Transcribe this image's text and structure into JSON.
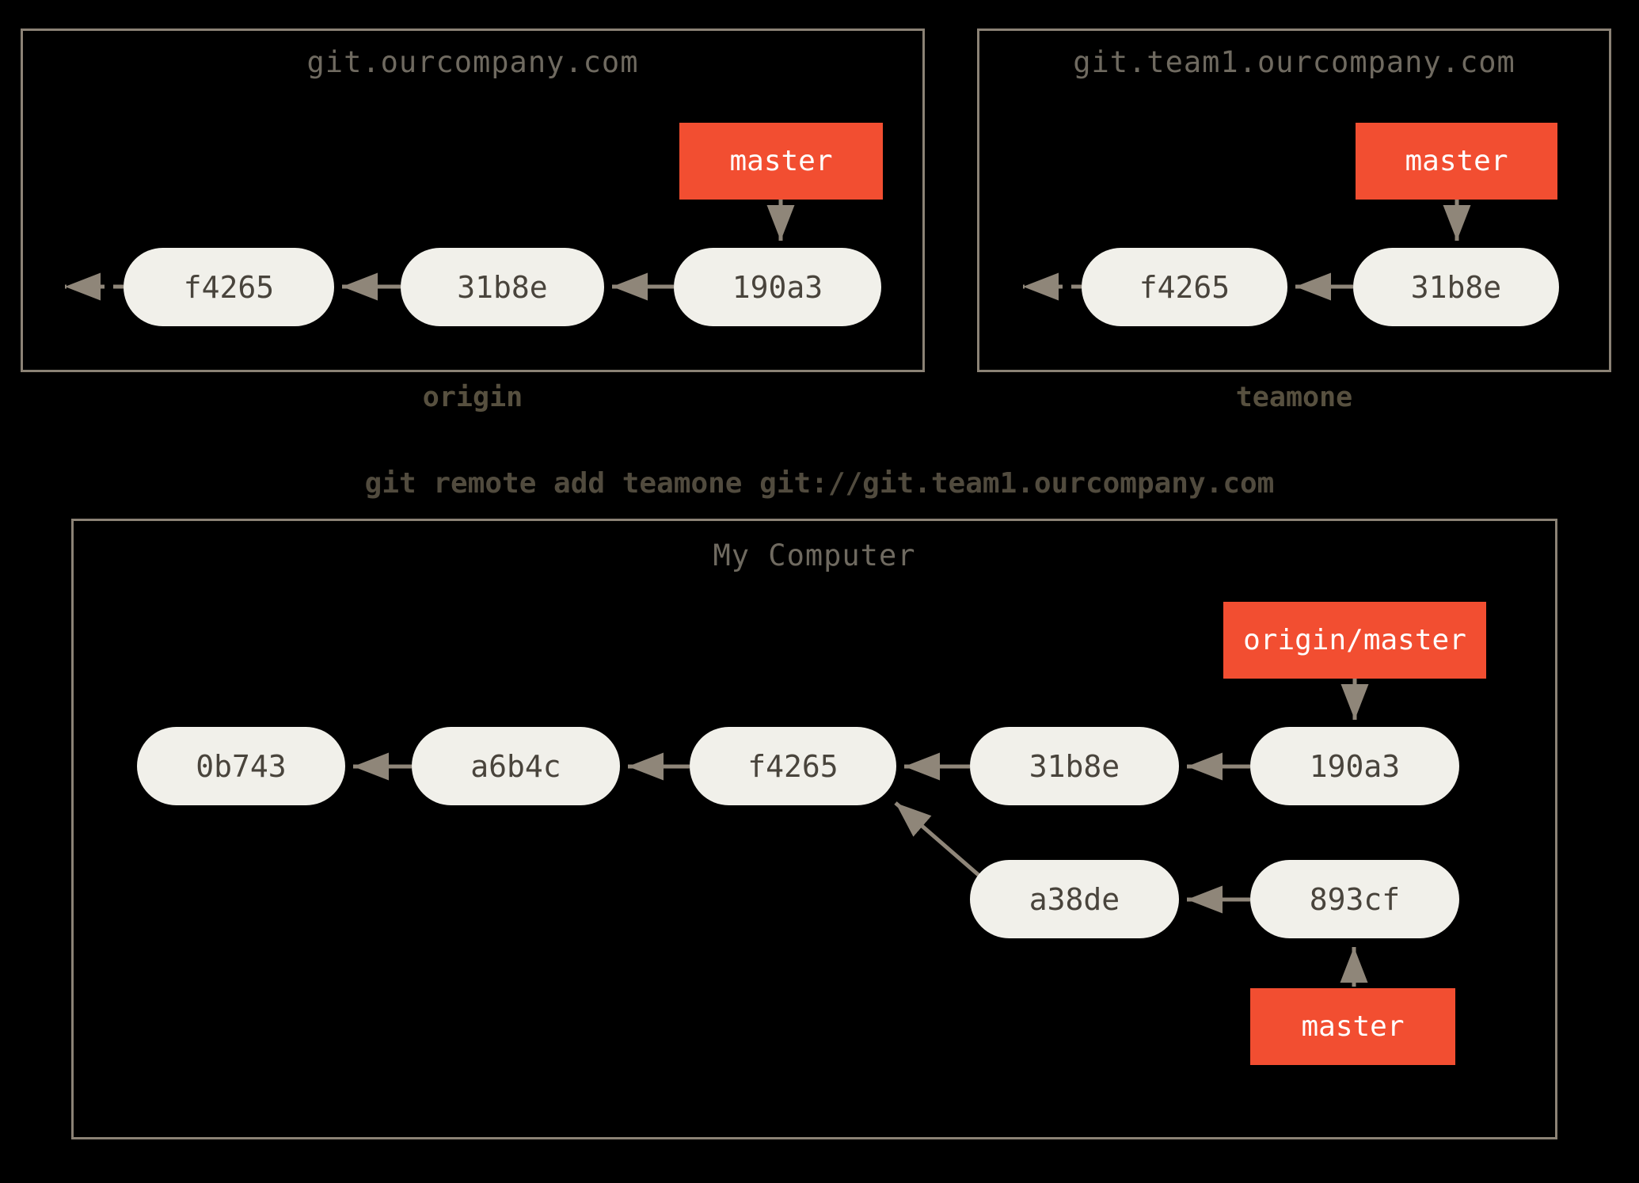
{
  "command": "git remote add teamone git://git.team1.ourcompany.com",
  "panels": {
    "origin_server": {
      "title": "git.ourcompany.com",
      "label": "origin",
      "branch_ref": "master",
      "commits": [
        "f4265",
        "31b8e",
        "190a3"
      ]
    },
    "teamone_server": {
      "title": "git.team1.ourcompany.com",
      "label": "teamone",
      "branch_ref": "master",
      "commits": [
        "f4265",
        "31b8e"
      ]
    },
    "my_computer": {
      "title": "My Computer",
      "remote_ref": "origin/master",
      "branch_ref": "master",
      "main_commits": [
        "0b743",
        "a6b4c",
        "f4265",
        "31b8e",
        "190a3"
      ],
      "branch_commits": [
        "a38de",
        "893cf"
      ]
    }
  },
  "colors": {
    "background": "#000000",
    "panel_border": "#8b8275",
    "panel_title_text": "#6f6a60",
    "commit_fill": "#f1f0ea",
    "commit_text": "#49443c",
    "ref_fill": "#f24e31",
    "ref_text": "#ffffff",
    "arrow": "#8f8679",
    "panel_label_text": "#57503f",
    "command_text": "#514b3e"
  }
}
